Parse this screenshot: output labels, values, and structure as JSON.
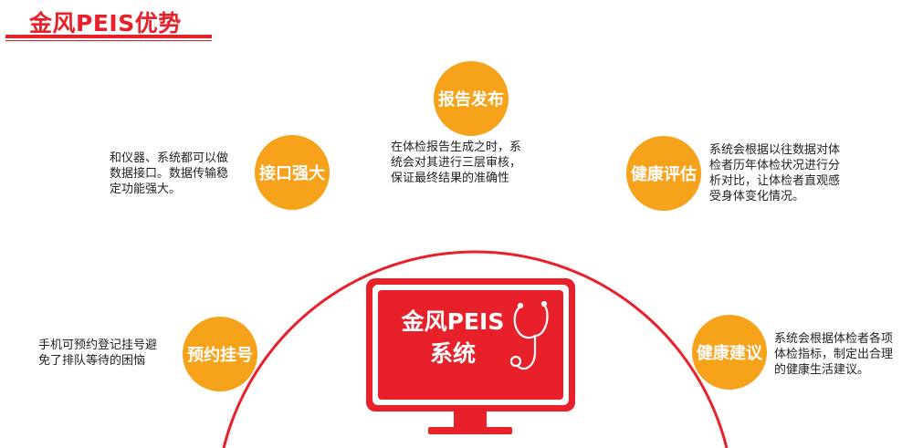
{
  "header": {
    "title": "金风PEIS优势"
  },
  "colors": {
    "accent_red": "#e8202a",
    "node_orange": "#f7a21b"
  },
  "center": {
    "line1": "金风PEIS",
    "line2": "系统",
    "icon": "stethoscope-icon"
  },
  "features": {
    "report": {
      "label": "报告发布",
      "desc": [
        "在体检报告生成之时，系",
        "统会对其进行三层审核，",
        "保证最终结果的准确性"
      ]
    },
    "interface": {
      "label": "接口强大",
      "desc": [
        "和仪器、系统都可以做",
        "数据接口。数据传输稳",
        "定功能强大。"
      ]
    },
    "health_eval": {
      "label": "健康评估",
      "desc": [
        "系统会根据以往数据对体",
        "检者历年体检状况进行分",
        "析对比，让体检者直观感",
        "受身体变化情况。"
      ]
    },
    "booking": {
      "label": "预约挂号",
      "desc": [
        "手机可预约登记挂号避",
        "免了排队等待的困恼"
      ]
    },
    "advice": {
      "label": "健康建议",
      "desc": [
        "系统会根据体检者各项",
        "体检指标，制定出合理",
        "的健康生活建议。"
      ]
    }
  }
}
